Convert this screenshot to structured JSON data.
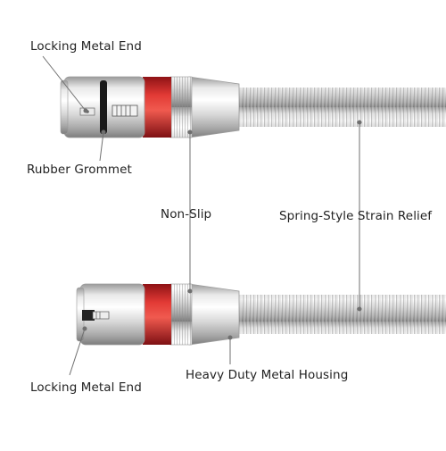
{
  "labels": {
    "locking_metal_end_top": "Locking Metal End",
    "rubber_grommet": "Rubber Grommet",
    "non_slip": "Non-Slip",
    "strain_relief": "Spring-Style Strain Relief",
    "locking_metal_end_bottom": "Locking Metal End",
    "heavy_duty_housing": "Heavy Duty Metal Housing"
  },
  "colors": {
    "metal_light": "#f2f2f2",
    "metal_dark": "#8a8a8a",
    "accent_red": "#d9252a",
    "grommet": "#1a1a1a",
    "leader_line": "#6f6f6f",
    "background": "#ffffff"
  }
}
